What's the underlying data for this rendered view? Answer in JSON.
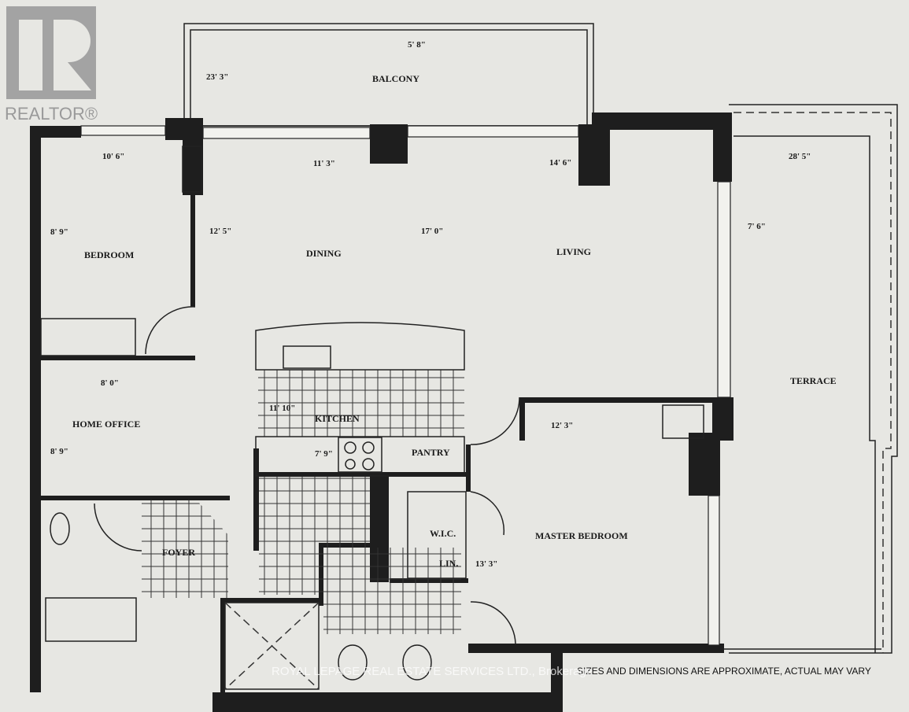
{
  "logo": {
    "text": "REALTOR®"
  },
  "rooms": {
    "balcony": "BALCONY",
    "bedroom": "BEDROOM",
    "dining": "DINING",
    "living": "LIVING",
    "terrace": "TERRACE",
    "home_office": "HOME OFFICE",
    "kitchen": "KITCHEN",
    "pantry": "PANTRY",
    "wic": "W.I.C.",
    "lin": "LIN.",
    "master_bedroom": "MASTER BEDROOM",
    "foyer": "FOYER"
  },
  "dimensions": {
    "balcony_depth": "5' 8\"",
    "balcony_width": "23' 3\"",
    "bedroom_width": "10' 6\"",
    "bedroom_depth": "8' 9\"",
    "dining_width": "11' 3\"",
    "dining_depth": "12' 5\"",
    "living_width": "14' 6\"",
    "living_depth": "17' 0\"",
    "terrace_length": "28' 5\"",
    "terrace_width": "7' 6\"",
    "office_width": "8' 0\"",
    "office_depth": "8' 9\"",
    "kitchen_width": "11' 10\"",
    "kitchen_depth": "7' 9\"",
    "master_width": "12' 3\"",
    "master_depth": "13' 3\""
  },
  "footer": {
    "disclaimer": "SIZES AND DIMENSIONS ARE APPROXIMATE, ACTUAL MAY VARY",
    "watermark": "ROYAL LEPAGE REAL ESTATE SERVICES LTD., Brokerage"
  }
}
